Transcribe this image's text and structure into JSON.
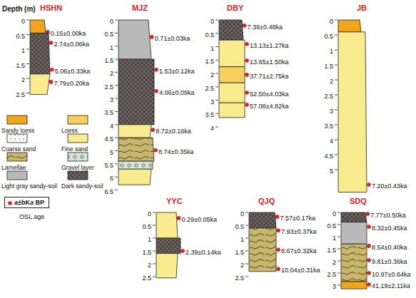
{
  "diagram": {
    "nodes": [
      {
        "text": [
          "HSHN"
        ]
      },
      {
        "text": [
          "MJZ"
        ]
      },
      {
        "text": [
          "DBY"
        ]
      },
      {
        "text": [
          "JB"
        ]
      },
      {
        "text": [
          "a±bKa BP"
        ]
      },
      {
        "text": [
          "YYC"
        ]
      },
      {
        "text": [
          "QJQ"
        ]
      },
      {
        "text": [
          "SDQ"
        ]
      }
    ],
    "labels": [
      "Depth (m)",
      "0",
      "0.5",
      "1",
      "1.5",
      "2",
      "2.5",
      "0.15±0.00ka",
      "2.74±0.06ka",
      "5.06±0.33ka",
      "7.79±0.20ka",
      "0",
      "0.5",
      "1",
      "1.5",
      "2",
      "2.5",
      "3",
      "3.5",
      "4",
      "4.5",
      "5",
      "5.5",
      "6",
      "6.5",
      "0.71±0.03ka",
      "1.53±0.12ka",
      "4.06±0.09ka",
      "8.72±0.16ka",
      "8.74±0.35ka",
      "0",
      "0.5",
      "1",
      "1.5",
      "2",
      "2.5",
      "3",
      "3.5",
      "4",
      "7.39±0.48ka",
      "13.13±1.27ka",
      "13.65±1.50ka",
      "37.71±2.75ka",
      "52.50±4.03ka",
      "57.08±4.82ka",
      "0",
      "0.5",
      "1",
      "1.5",
      "2",
      "2.5",
      "3",
      "3.5",
      "4",
      "4.5",
      "5",
      "7.20±0.43ka",
      "OSL age",
      "0",
      "0.5",
      "1",
      "1.5",
      "2",
      "2.5",
      "0.29±0.05ka",
      "2.39±0.14ka",
      "0",
      "0.5",
      "1",
      "1.5",
      "2",
      "2.5",
      "7.57±0.17ka",
      "7.93±0.37ka",
      "8.67±0.32ka",
      "10.04±0.31ka",
      "0",
      "0.5",
      "1",
      "1.5",
      "2",
      "2.5",
      "3",
      "7.77±0.50ka",
      "8.32±0.45ka",
      "8.54±0.40ka",
      "9.81±0.36ka",
      "10.97±0.64ka",
      "41.19±2.11ka"
    ],
    "legend": [
      {
        "text": "Sandy loess",
        "color": "#f2a516"
      },
      {
        "text": "Loess",
        "color": "#f7cf5a"
      },
      {
        "text": "Coarse sand"
      },
      {
        "text": "Fine sand",
        "color": "#f9ec8e"
      },
      {
        "text": "Lamellae"
      },
      {
        "text": "Gravel layer"
      },
      {
        "text": "Light gray sandy-soil",
        "color": "#b9b9b9"
      },
      {
        "text": "Dark sandy-soil"
      }
    ]
  }
}
